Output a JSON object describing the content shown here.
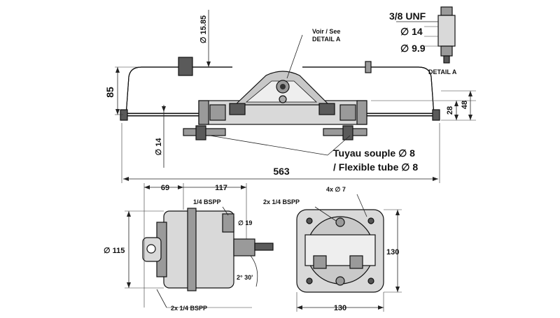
{
  "top_view": {
    "dim_total_length": "563",
    "dim_height_85": "85",
    "dim_diam_1585": "∅ 15.85",
    "dim_diam_14": "∅ 14",
    "dim_28": "28",
    "dim_48": "48",
    "note_detail_line1": "Voir / See",
    "note_detail_line2": "DETAIL A",
    "tube_label_fr": "Tuyau souple ∅ 8",
    "tube_label_en": "/ Flexible tube ∅ 8"
  },
  "detail_a": {
    "thread": "3/8 UNF",
    "diam_14": "∅ 14",
    "diam_99": "∅ 9.9",
    "title": "DETAIL A"
  },
  "side_view": {
    "dim_69": "69",
    "dim_117": "117",
    "port_top": "1/4 BSPP",
    "dim_diam_19": "∅ 19",
    "dim_diam_115": "∅ 115",
    "angle": "2° 30'",
    "ports_bottom": "2x 1/4 BSPP"
  },
  "front_view": {
    "holes": "4x ∅ 7",
    "ports": "2x 1/4 BSPP",
    "dim_130_h": "130",
    "dim_130_w": "130"
  }
}
